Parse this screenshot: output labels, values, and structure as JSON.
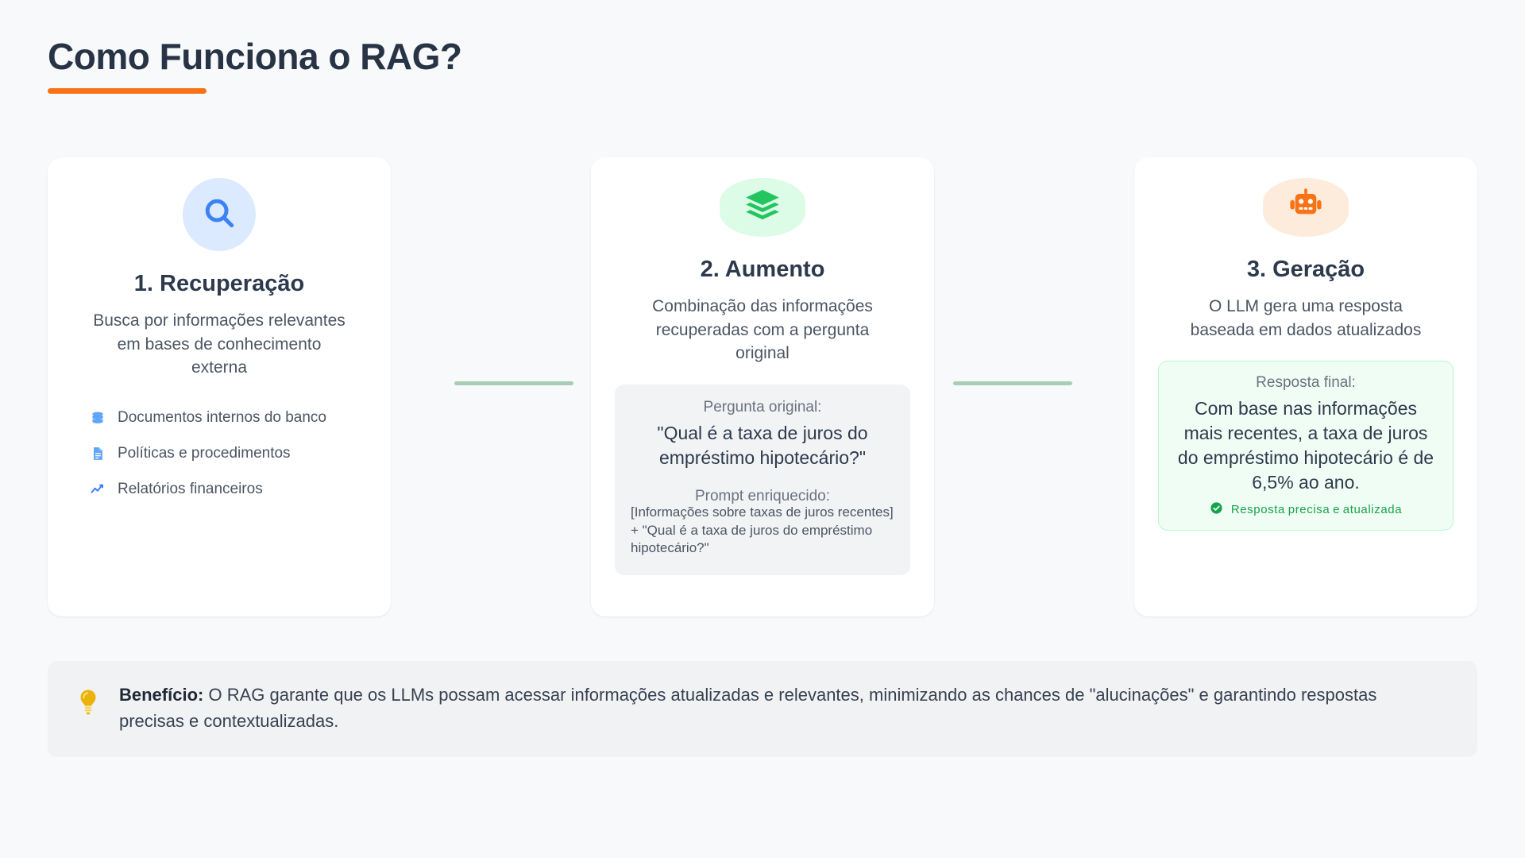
{
  "header": {
    "title": "Como Funciona o RAG?",
    "accent_color": "#f97316"
  },
  "theme": {
    "page_background": "#f7f9fb",
    "card_background": "#ffffff",
    "title_color": "#283445",
    "body_text_color": "#4b5563",
    "connector_color": "#a7ceb4"
  },
  "steps": [
    {
      "icon": "search-icon",
      "icon_color": "#3b82f6",
      "icon_bg": "#dbeafe",
      "title": "1. Recuperação",
      "description": "Busca por informações relevantes em bases de conhecimento externa",
      "features": [
        {
          "icon": "database-icon",
          "label": "Documentos internos do banco"
        },
        {
          "icon": "document-icon",
          "label": "Políticas e procedimentos"
        },
        {
          "icon": "chart-line-icon",
          "label": "Relatórios financeiros"
        }
      ]
    },
    {
      "icon": "layers-icon",
      "icon_color": "#22c55e",
      "icon_bg": "#dcfce7",
      "title": "2. Aumento",
      "description": "Combinação das informações recuperadas com a pergunta original",
      "snippet": {
        "label_1": "Pergunta original:",
        "quote": "\"Qual é a taxa de juros do empréstimo hipotecário?\"",
        "label_2": "Prompt enriquecido:",
        "body_2": "[Informações sobre taxas de juros recentes] + \"Qual é a taxa de juros do empréstimo hipotecário?\""
      }
    },
    {
      "icon": "robot-icon",
      "icon_color": "#f97316",
      "icon_bg": "#fdecdc",
      "title": "3. Geração",
      "description": "O LLM gera uma resposta baseada em dados atualizados",
      "answer": {
        "label": "Resposta final:",
        "text": "Com base nas informações mais recentes, a taxa de juros do empréstimo hipotecário é de 6,5% ao ano.",
        "footer_icon": "check-circle-icon",
        "footer_text": "Resposta precisa e atualizada",
        "footer_color": "#16a34a",
        "box_bg": "#f0fdf4",
        "box_border": "#bbf7d0"
      }
    }
  ],
  "benefit": {
    "icon": "lightbulb-icon",
    "icon_color": "#eab308",
    "label": "Benefício:",
    "text": " O RAG garante que os LLMs possam acessar informações atualizadas e relevantes, minimizando as chances de \"alucinações\" e garantindo respostas precisas e contextualizadas."
  }
}
